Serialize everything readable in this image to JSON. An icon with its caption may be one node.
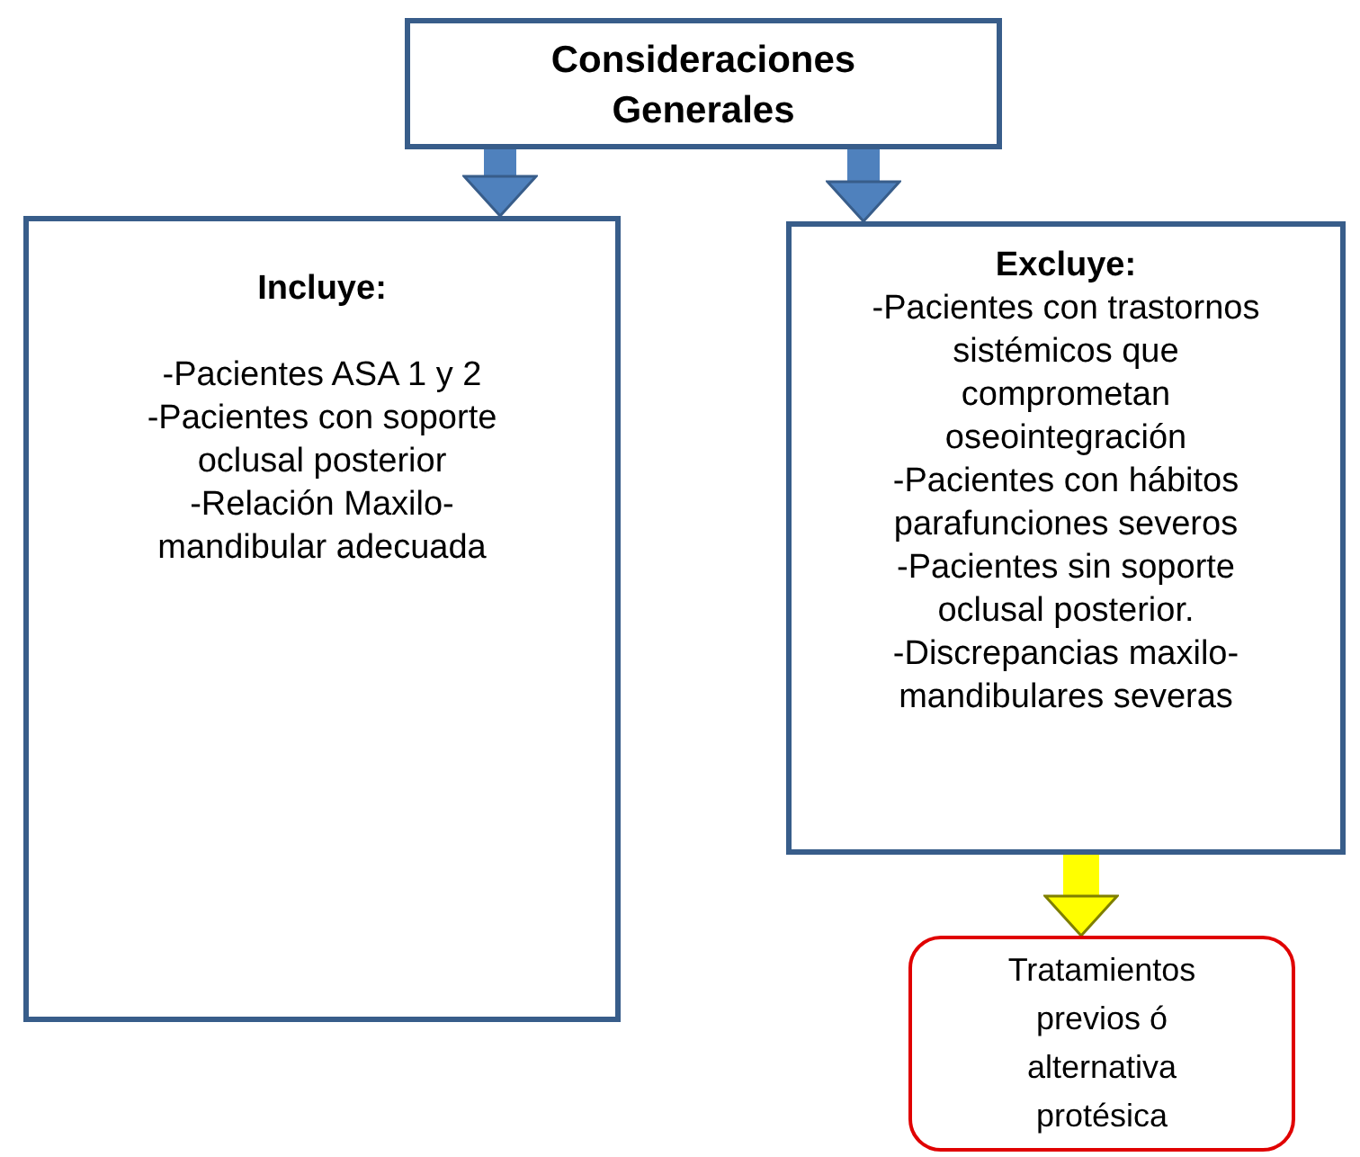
{
  "diagram": {
    "nodes": [
      {
        "text": [
          "Consideraciones Generales"
        ]
      },
      {
        "text": [
          "Incluye:",
          "-Pacientes ASA 1 y 2",
          "-Pacientes con soporte oclusal posterior",
          "-Relación Maxilo- mandibular adecuada"
        ]
      },
      {
        "text": [
          "Excluye:",
          "-Pacientes con trastornos sistémicos que comprometan oseointegración",
          "-Pacientes con hábitos parafunciones severos",
          "-Pacientes sin soporte oclusal posterior.",
          "-Discrepancias maxilo- mandibulares severas"
        ]
      },
      {
        "text": [
          "Tratamientos previos ó alternativa protésica"
        ]
      }
    ],
    "edges": [
      {
        "from": 0,
        "to": 1,
        "arrow": "to"
      },
      {
        "from": 0,
        "to": 2,
        "arrow": "to"
      },
      {
        "from": 2,
        "to": 3,
        "arrow": "to",
        "color": "#ffff00"
      }
    ]
  }
}
